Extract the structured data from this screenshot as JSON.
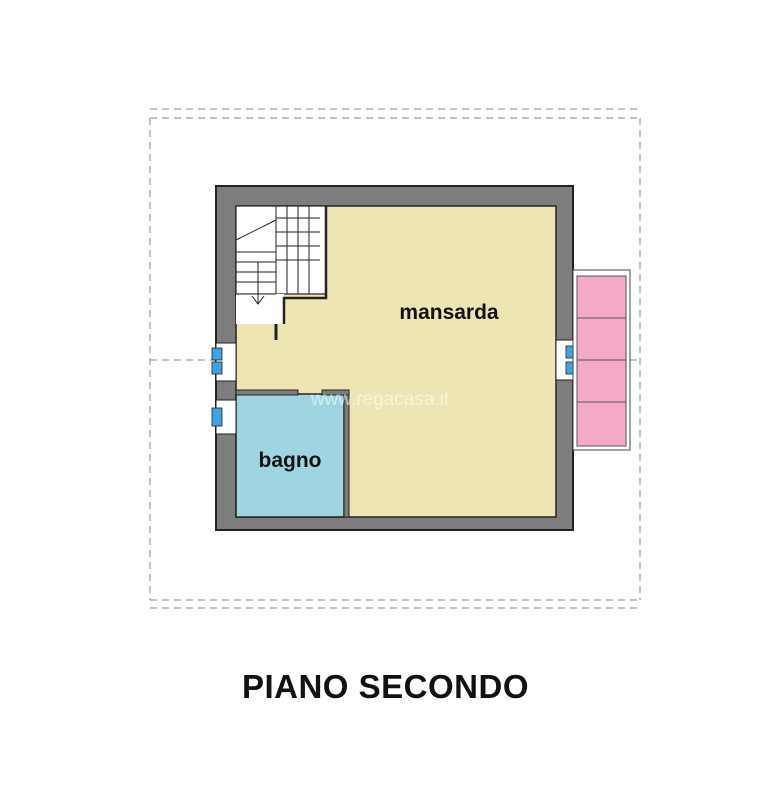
{
  "rooms": {
    "mansarda": "mansarda",
    "bagno": "bagno"
  },
  "watermark": "www.regacasa.it",
  "floor_title": "PIANO SECONDO",
  "colors": {
    "wall": "#7d7d7d",
    "mansarda_fill": "#ede5b4",
    "bagno_fill": "#9fd5e0",
    "balcony_fill": "#f4a9c6",
    "window_fill": "#3ea3e6",
    "line": "#222222",
    "dashed": "#888888"
  }
}
